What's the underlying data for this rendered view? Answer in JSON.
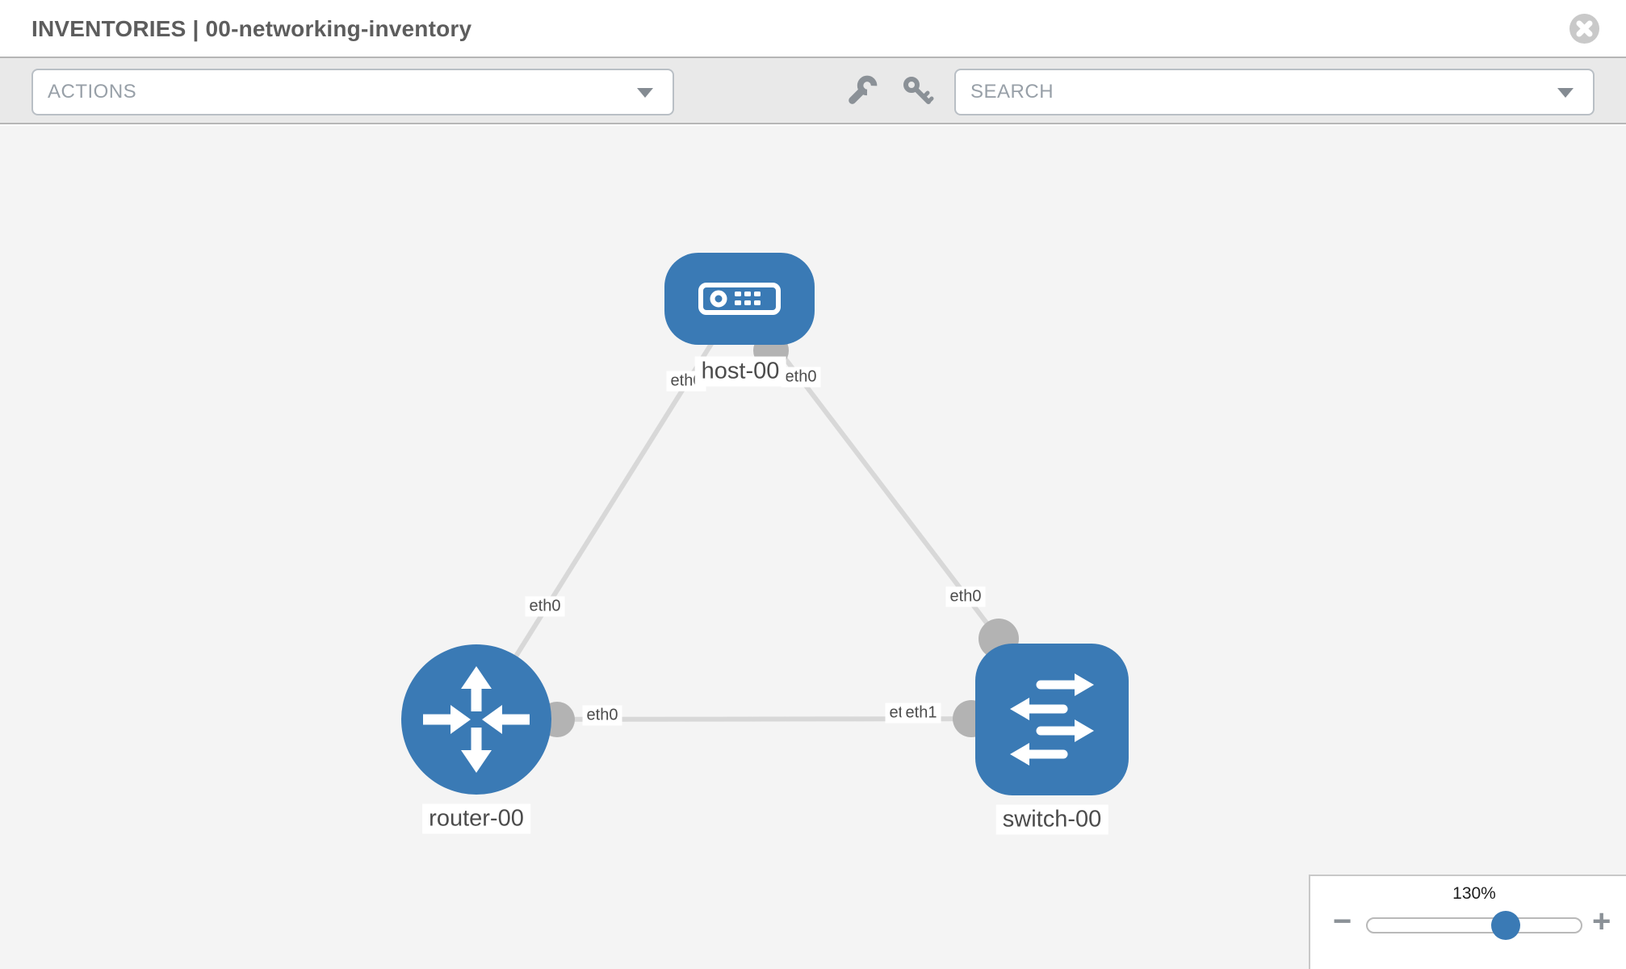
{
  "header": {
    "title_section": "INVENTORIES",
    "title_separator": "|",
    "title_name": "00-networking-inventory"
  },
  "toolbar": {
    "actions_label": "ACTIONS",
    "search_label": "SEARCH",
    "icons": [
      "wrench-icon",
      "key-icon"
    ]
  },
  "topology": {
    "nodes": [
      {
        "id": "host-00",
        "label": "host-00",
        "type": "host"
      },
      {
        "id": "router-00",
        "label": "router-00",
        "type": "router"
      },
      {
        "id": "switch-00",
        "label": "switch-00",
        "type": "switch"
      }
    ],
    "links": [
      {
        "from": "host-00",
        "to": "router-00",
        "from_interface": "eth0",
        "to_interface": "eth0"
      },
      {
        "from": "host-00",
        "to": "switch-00",
        "from_interface": "eth0",
        "to_interface": "eth0"
      },
      {
        "from": "router-00",
        "to": "switch-00",
        "from_interface": "eth0",
        "to_interface": "eth1"
      }
    ],
    "labels": {
      "host_router_host_end": "eth0",
      "host_router_router_end": "eth0",
      "host_switch_host_end": "eth0",
      "host_switch_switch_end": "eth0",
      "router_switch_router_end": "eth0",
      "router_switch_switch_end_back": "eth0",
      "router_switch_switch_end_front": "eth1"
    }
  },
  "zoom_control": {
    "level": "130%",
    "minus_label": "−",
    "plus_label": "+",
    "slider_percent": 64.6
  },
  "colors": {
    "node_blue": "#3a7ab5",
    "link_gray": "#d8d8d8",
    "interface_gray": "#b3b3b3",
    "toolbar_bg": "#e9e9e9",
    "canvas_bg": "#f4f4f4",
    "title_text": "#5d5d5d",
    "muted_text": "#98a0a8"
  }
}
